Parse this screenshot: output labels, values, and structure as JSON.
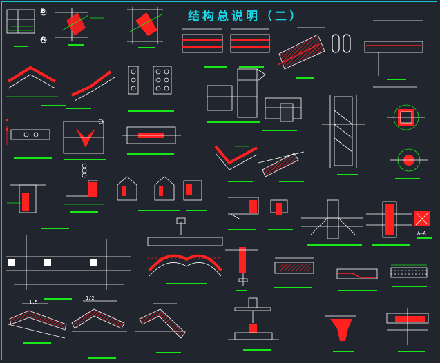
{
  "title": "结构总说明（二）",
  "labels": {
    "section": "A—A",
    "mark_a": "A",
    "mark_b": "B",
    "dim_1": "1.5",
    "dim_2": "1/2"
  },
  "colors": {
    "background": "#21252e",
    "frame": "#17c3d6",
    "line": "#ffffff",
    "rebar": "#ff2020",
    "underline": "#19e619",
    "annotation": "#19e619",
    "hatch": "#d8d8d8"
  }
}
